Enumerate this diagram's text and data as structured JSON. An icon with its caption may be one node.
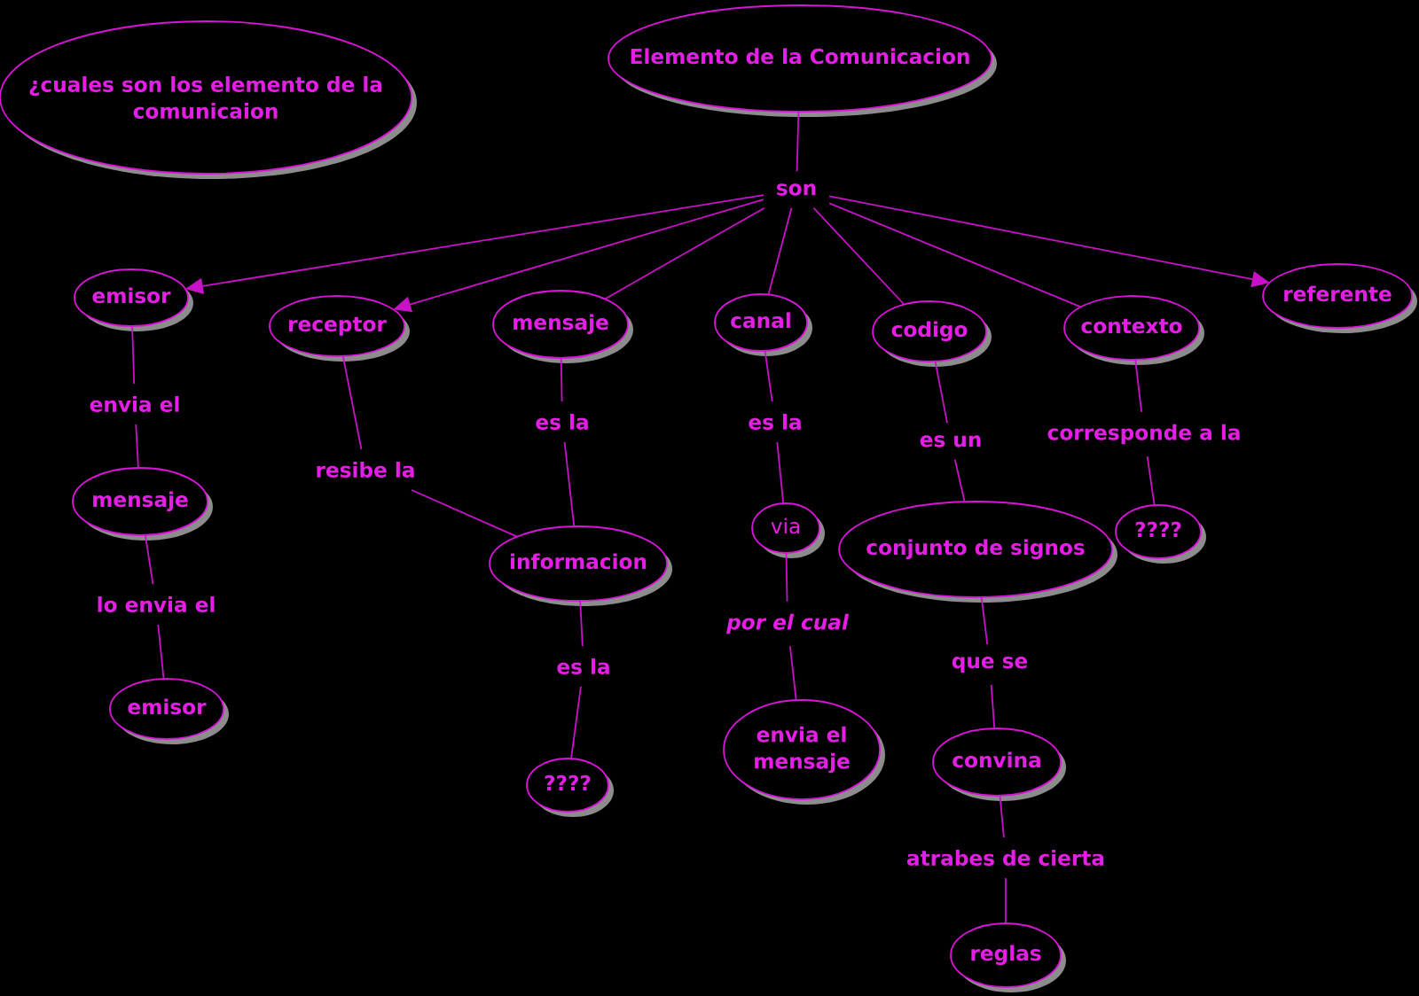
{
  "diagram": {
    "nodes": [
      {
        "text": [
          "¿cuales son los elemento de la comunicaion"
        ]
      },
      {
        "text": [
          "Elemento de la Comunicacion"
        ]
      },
      {
        "text": [
          "son"
        ]
      },
      {
        "text": [
          "emisor"
        ]
      },
      {
        "text": [
          "receptor"
        ]
      },
      {
        "text": [
          "mensaje"
        ]
      },
      {
        "text": [
          "canal"
        ]
      },
      {
        "text": [
          "codigo"
        ]
      },
      {
        "text": [
          "contexto"
        ]
      },
      {
        "text": [
          "referente"
        ]
      },
      {
        "text": [
          "envia el"
        ]
      },
      {
        "text": [
          "resibe la"
        ]
      },
      {
        "text": [
          "es la"
        ]
      },
      {
        "text": [
          "es la"
        ]
      },
      {
        "text": [
          "es un"
        ]
      },
      {
        "text": [
          "corresponde a la"
        ]
      },
      {
        "text": [
          "mensaje"
        ]
      },
      {
        "text": [
          "informacion"
        ]
      },
      {
        "text": [
          "via"
        ]
      },
      {
        "text": [
          "conjunto de signos"
        ]
      },
      {
        "text": [
          "????"
        ]
      },
      {
        "text": [
          "lo envia el"
        ]
      },
      {
        "text": [
          "es la"
        ]
      },
      {
        "text": [
          "por el cual"
        ]
      },
      {
        "text": [
          "que se"
        ]
      },
      {
        "text": [
          "emisor"
        ]
      },
      {
        "text": [
          "????"
        ]
      },
      {
        "text": [
          "envia el mensaje"
        ]
      },
      {
        "text": [
          "convina"
        ]
      },
      {
        "text": [
          "atrabes de cierta"
        ]
      },
      {
        "text": [
          "reglas"
        ]
      }
    ],
    "edges": [
      {
        "from": 1,
        "to": 2,
        "arrow": "none"
      },
      {
        "from": 2,
        "to": 3,
        "arrow": "to"
      },
      {
        "from": 2,
        "to": 4,
        "arrow": "to"
      },
      {
        "from": 2,
        "to": 5,
        "arrow": "none"
      },
      {
        "from": 2,
        "to": 6,
        "arrow": "none"
      },
      {
        "from": 2,
        "to": 7,
        "arrow": "none"
      },
      {
        "from": 2,
        "to": 8,
        "arrow": "none"
      },
      {
        "from": 2,
        "to": 9,
        "arrow": "to"
      },
      {
        "from": 3,
        "to": 10,
        "arrow": "none"
      },
      {
        "from": 10,
        "to": 16,
        "arrow": "none"
      },
      {
        "from": 16,
        "to": 21,
        "arrow": "none"
      },
      {
        "from": 21,
        "to": 25,
        "arrow": "none"
      },
      {
        "from": 4,
        "to": 11,
        "arrow": "none"
      },
      {
        "from": 11,
        "to": 17,
        "arrow": "none"
      },
      {
        "from": 5,
        "to": 12,
        "arrow": "none"
      },
      {
        "from": 12,
        "to": 17,
        "arrow": "none"
      },
      {
        "from": 17,
        "to": 22,
        "arrow": "none"
      },
      {
        "from": 22,
        "to": 26,
        "arrow": "none"
      },
      {
        "from": 6,
        "to": 13,
        "arrow": "none"
      },
      {
        "from": 13,
        "to": 18,
        "arrow": "none"
      },
      {
        "from": 18,
        "to": 23,
        "arrow": "none"
      },
      {
        "from": 23,
        "to": 27,
        "arrow": "none"
      },
      {
        "from": 7,
        "to": 14,
        "arrow": "none"
      },
      {
        "from": 14,
        "to": 19,
        "arrow": "none"
      },
      {
        "from": 19,
        "to": 24,
        "arrow": "none"
      },
      {
        "from": 24,
        "to": 28,
        "arrow": "none"
      },
      {
        "from": 28,
        "to": 29,
        "arrow": "none"
      },
      {
        "from": 29,
        "to": 30,
        "arrow": "none"
      },
      {
        "from": 8,
        "to": 15,
        "arrow": "none"
      },
      {
        "from": 15,
        "to": 20,
        "arrow": "none"
      }
    ]
  }
}
